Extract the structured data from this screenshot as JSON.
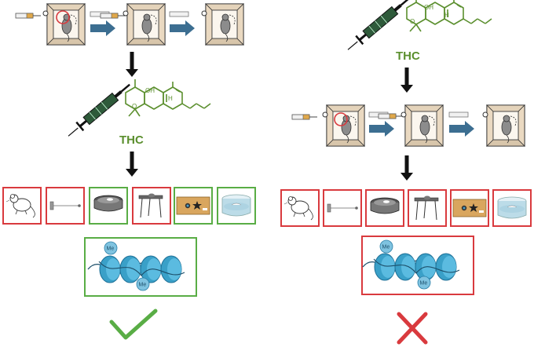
{
  "left_panel": {
    "drug_label": "THC",
    "outcome": "check-mark",
    "behavior_tests": [
      {
        "name": "mouse",
        "frame": "red"
      },
      {
        "name": "electrode",
        "frame": "red"
      },
      {
        "name": "open-field",
        "frame": "green"
      },
      {
        "name": "operant-chamber",
        "frame": "red"
      },
      {
        "name": "object-task",
        "frame": "green"
      },
      {
        "name": "water-maze",
        "frame": "green"
      }
    ],
    "epigenetic_frame": "green",
    "methyl_labels": [
      "Me",
      "Me"
    ]
  },
  "right_panel": {
    "drug_label": "THC",
    "outcome": "cross-mark",
    "behavior_tests": [
      {
        "name": "mouse",
        "frame": "red"
      },
      {
        "name": "electrode",
        "frame": "red"
      },
      {
        "name": "open-field",
        "frame": "red"
      },
      {
        "name": "operant-chamber",
        "frame": "red"
      },
      {
        "name": "object-task",
        "frame": "red"
      },
      {
        "name": "water-maze",
        "frame": "red"
      }
    ],
    "epigenetic_frame": "red",
    "methyl_labels": [
      "Me",
      "Me"
    ]
  },
  "colors": {
    "red": "#d93a3e",
    "green": "#59ad45",
    "thc_green": "#5b8f2e",
    "histone_blue": "#3aa0c8",
    "arrow_blue": "#3c6e91",
    "box_beige": "#f3e6d3"
  },
  "chem_labels": {
    "oh": "OH",
    "h": "H",
    "o": "O"
  }
}
